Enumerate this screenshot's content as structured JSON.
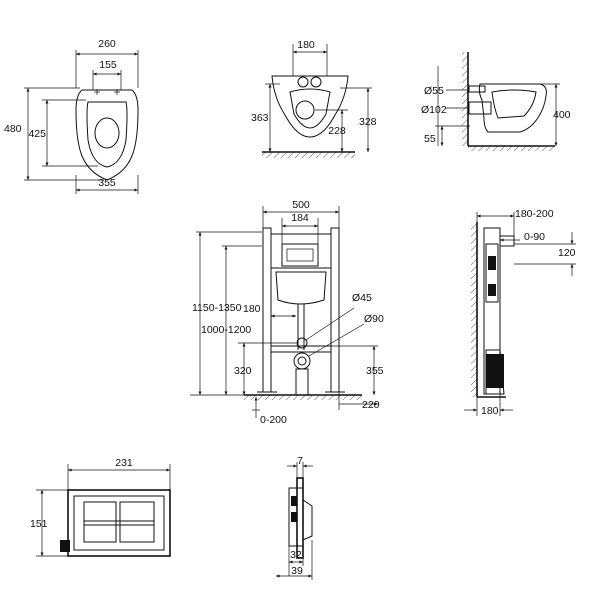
{
  "views": {
    "bowl_top": {
      "width_outer": "260",
      "width_inner": "155",
      "height_total": "480",
      "height_inner": "425",
      "width_bottom": "355"
    },
    "bowl_front": {
      "width_top": "180",
      "height_left": "363",
      "height_mid": "228",
      "height_right": "328"
    },
    "bowl_side": {
      "diam_small": "Ø55",
      "diam_large": "Ø102",
      "height_bottom": "55",
      "height_right": "400"
    },
    "frame_front": {
      "width_outer": "500",
      "width_inner": "184",
      "height_adjust": "1150-1350",
      "height_frame": "1000-1200",
      "offset_180": "180",
      "diam_45": "Ø45",
      "diam_90": "Ø90",
      "height_320": "320",
      "height_355": "355",
      "offset_bottom": "0-200",
      "width_220": "220"
    },
    "frame_side": {
      "depth_range": "180-200",
      "depth_adjust": "0-90",
      "height_120": "120",
      "depth_180": "180"
    },
    "plate_front": {
      "width": "231",
      "height": "151"
    },
    "plate_side": {
      "thickness": "7",
      "depth_32": "32",
      "depth_39": "39"
    }
  }
}
